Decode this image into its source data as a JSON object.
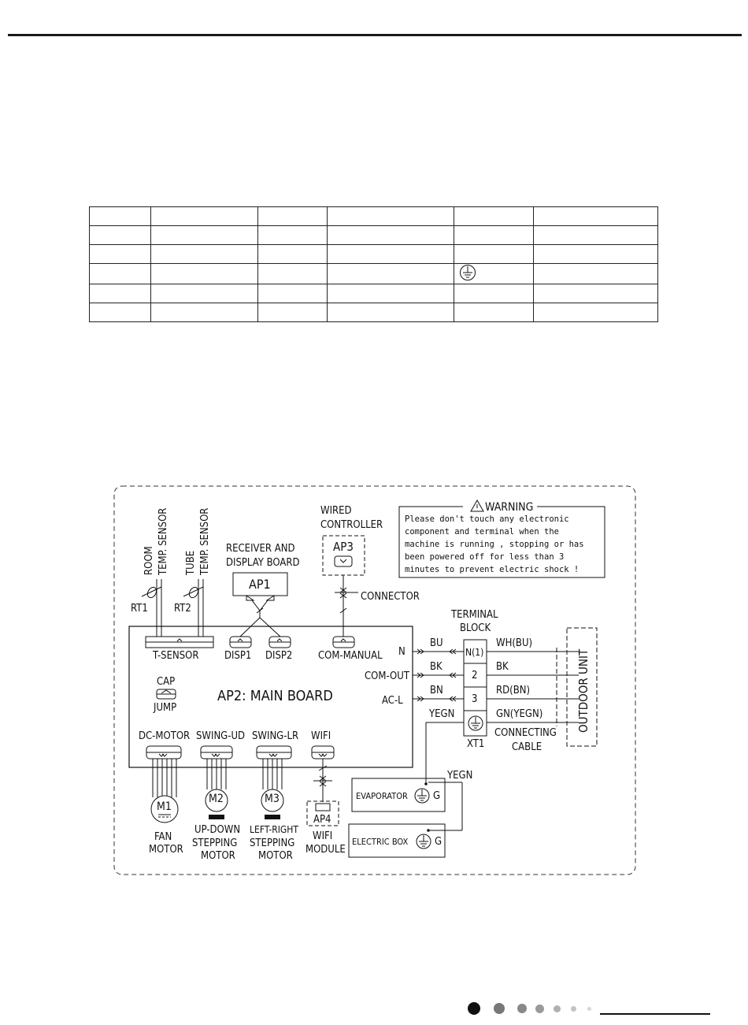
{
  "labels": {
    "room_temp_sensor_1": "ROOM",
    "room_temp_sensor_2": "TEMP. SENSOR",
    "tube_temp_sensor_1": "TUBE",
    "tube_temp_sensor_2": "TEMP. SENSOR",
    "rt1": "RT1",
    "rt2": "RT2",
    "receiver_1": "RECEIVER AND",
    "receiver_2": "DISPLAY BOARD",
    "ap1": "AP1",
    "wired_1": "WIRED",
    "wired_2": "CONTROLLER",
    "ap3": "AP3",
    "connector": "CONNECTOR",
    "warning_title": "WARNING",
    "warning_lines": [
      "Please don't touch any electronic",
      "component and terminal when the",
      "machine is running , stopping or has",
      "been powered off for less than 3",
      "minutes to prevent electric shock !"
    ],
    "terminal_1": "TERMINAL",
    "terminal_2": "BLOCK",
    "t_sensor": "T-SENSOR",
    "disp1": "DISP1",
    "disp2": "DISP2",
    "com_manual": "COM-MANUAL",
    "n": "N",
    "com_out": "COM-OUT",
    "ac_l": "AC-L",
    "bu": "BU",
    "bk": "BK",
    "bn": "BN",
    "yegn": "YEGN",
    "n1": "N(1)",
    "t2": "2",
    "t3": "3",
    "wh_bu": "WH(BU)",
    "bk_r": "BK",
    "rd_bn": "RD(BN)",
    "gn_yegn": "GN(YEGN)",
    "outdoor_unit": "OUTDOOR UNIT",
    "xt1": "XT1",
    "connecting_1": "CONNECTING",
    "connecting_2": "CABLE",
    "cap": "CAP",
    "jump": "JUMP",
    "main_board": "AP2: MAIN BOARD",
    "dc_motor": "DC-MOTOR",
    "swing_ud": "SWING-UD",
    "swing_lr": "SWING-LR",
    "wifi": "WIFI",
    "m1": "M1",
    "m2": "M2",
    "m3": "M3",
    "ap4": "AP4",
    "fan_1": "FAN",
    "fan_2": "MOTOR",
    "updown_1": "UP-DOWN",
    "updown_2": "STEPPING",
    "updown_3": "MOTOR",
    "leftright_1": "LEFT-RIGHT",
    "leftright_2": "STEPPING",
    "leftright_3": "MOTOR",
    "wifi_1": "WIFI",
    "wifi_2": "MODULE",
    "evaporator": "EVAPORATOR",
    "g1": "G",
    "electric_box": "ELECTRIC BOX",
    "g2": "G",
    "yegn2": "YEGN"
  }
}
